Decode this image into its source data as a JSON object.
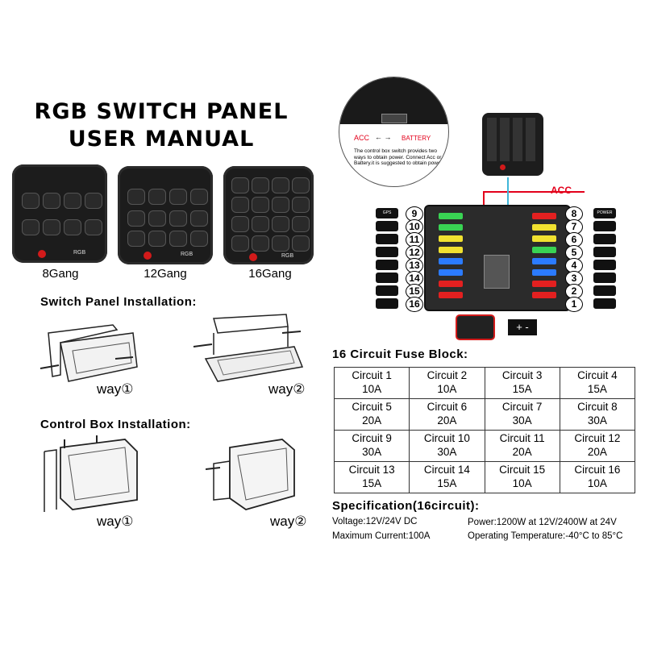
{
  "header": {
    "title_line1": "RGB SWITCH PANEL",
    "title_line2": "USER MANUAL"
  },
  "panels": [
    {
      "caption": "8Gang",
      "rgb_label": "RGB"
    },
    {
      "caption": "12Gang",
      "rgb_label": "RGB"
    },
    {
      "caption": "16Gang",
      "rgb_label": "RGB"
    }
  ],
  "switch_install": {
    "heading": "Switch Panel Installation:",
    "way1": "way①",
    "way2": "way②"
  },
  "control_install": {
    "heading": "Control Box Installation:",
    "way1": "way①",
    "way2": "way②"
  },
  "diagram": {
    "acc_label": "ACC",
    "battery_label": "BATTERY",
    "switch_note": "The control box switch provides two ways to obtain power. Connect Acc or Battery.it is suggested to obtain power",
    "acc_wire_label": "ACC",
    "left_circuits": [
      "9",
      "10",
      "11",
      "12",
      "13",
      "14",
      "15",
      "16"
    ],
    "right_circuits": [
      "8",
      "7",
      "6",
      "5",
      "4",
      "3",
      "2",
      "1"
    ],
    "left_tags": [
      "GPS",
      "",
      "",
      "",
      "",
      "",
      "",
      ""
    ],
    "right_tags": [
      "POWER",
      "",
      "",
      "",
      "",
      "",
      "",
      ""
    ],
    "battery_symbols": "+ -"
  },
  "fuse_block": {
    "heading": "16 Circuit Fuse Block:",
    "rows": [
      [
        {
          "name": "Circuit 1",
          "amp": "10A"
        },
        {
          "name": "Circuit 2",
          "amp": "10A"
        },
        {
          "name": "Circuit 3",
          "amp": "15A"
        },
        {
          "name": "Circuit 4",
          "amp": "15A"
        }
      ],
      [
        {
          "name": "Circuit 5",
          "amp": "20A"
        },
        {
          "name": "Circuit 6",
          "amp": "20A"
        },
        {
          "name": "Circuit 7",
          "amp": "30A"
        },
        {
          "name": "Circuit 8",
          "amp": "30A"
        }
      ],
      [
        {
          "name": "Circuit 9",
          "amp": "30A"
        },
        {
          "name": "Circuit 10",
          "amp": "30A"
        },
        {
          "name": "Circuit 11",
          "amp": "20A"
        },
        {
          "name": "Circuit 12",
          "amp": "20A"
        }
      ],
      [
        {
          "name": "Circuit 13",
          "amp": "15A"
        },
        {
          "name": "Circuit 14",
          "amp": "15A"
        },
        {
          "name": "Circuit 15",
          "amp": "10A"
        },
        {
          "name": "Circuit 16",
          "amp": "10A"
        }
      ]
    ]
  },
  "spec": {
    "heading": "Specification(16circuit):",
    "voltage": "Voltage:12V/24V DC",
    "power": "Power:1200W at 12V/2400W at 24V",
    "current": "Maximum Current:100A",
    "temperature": "Operating Temperature:-40°C to 85°C"
  },
  "colors": {
    "acc_red": "#e3001b",
    "panel_dark": "#1c1c1c",
    "power_red": "#d21a1a",
    "wire_cyan": "#3fb6d9"
  }
}
